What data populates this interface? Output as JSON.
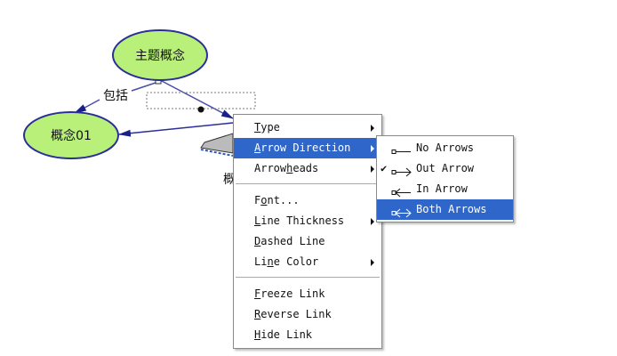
{
  "concept_map": {
    "main_concept": "主题概念",
    "child_concept": "概念01",
    "link_label": "包括",
    "partial_node_text": "概"
  },
  "context_menu": {
    "items": [
      {
        "pre": "",
        "acc": "T",
        "post": "ype",
        "submenu": true
      },
      {
        "pre": "",
        "acc": "A",
        "post": "rrow Direction",
        "submenu": true,
        "highlighted": true
      },
      {
        "pre": "Arrow",
        "acc": "h",
        "post": "eads",
        "submenu": true
      },
      {
        "pre": "F",
        "acc": "o",
        "post": "nt...",
        "submenu": false
      },
      {
        "pre": "",
        "acc": "L",
        "post": "ine Thickness",
        "submenu": true
      },
      {
        "pre": "",
        "acc": "D",
        "post": "ashed Line",
        "submenu": false
      },
      {
        "pre": "Li",
        "acc": "n",
        "post": "e Color",
        "submenu": true
      },
      {
        "pre": "",
        "acc": "F",
        "post": "reeze Link",
        "submenu": false
      },
      {
        "pre": "",
        "acc": "R",
        "post": "everse Link",
        "submenu": false
      },
      {
        "pre": "",
        "acc": "H",
        "post": "ide Link",
        "submenu": false
      }
    ]
  },
  "arrow_direction_submenu": {
    "checkmark": "✔",
    "items": [
      {
        "label": "No Arrows",
        "icon": "no-arrows-icon",
        "checked": false
      },
      {
        "label": "Out Arrow",
        "icon": "out-arrow-icon",
        "checked": true
      },
      {
        "label": "In Arrow",
        "icon": "in-arrow-icon",
        "checked": false
      },
      {
        "label": "Both Arrows",
        "icon": "both-arrows-icon",
        "checked": false,
        "highlighted": true
      }
    ]
  },
  "colors": {
    "highlight": "#2f66c9",
    "node_fill": "#b8f07a",
    "node_border": "#2a2f9a",
    "link": "#2a2f9a"
  }
}
